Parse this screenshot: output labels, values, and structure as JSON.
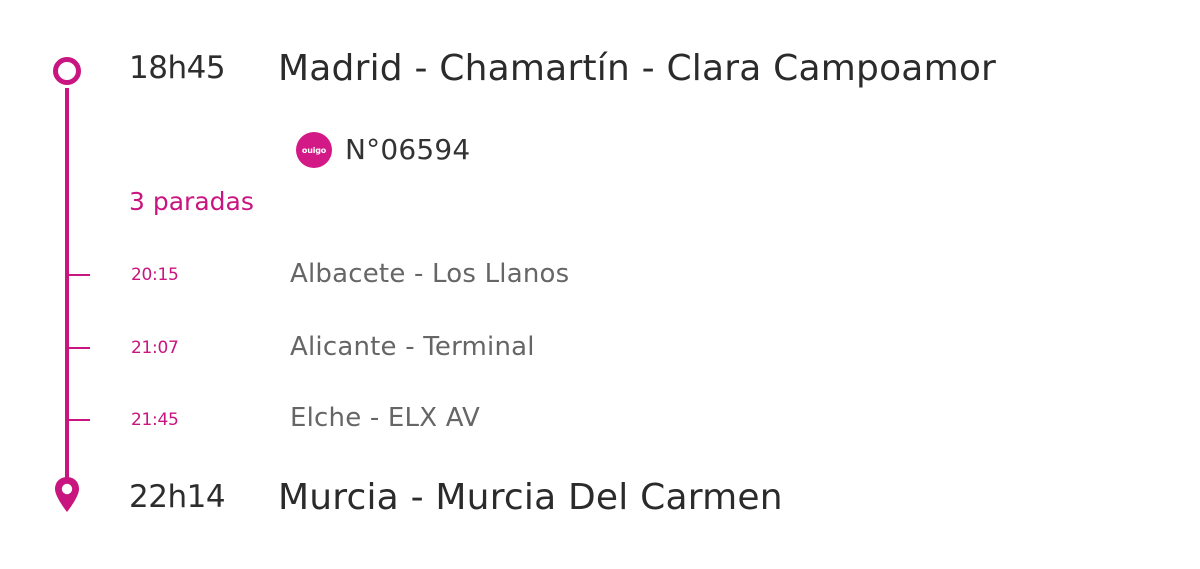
{
  "origin": {
    "time": "18h45",
    "station": "Madrid - Chamartín - Clara Campoamor"
  },
  "train": {
    "brand": "ouigo",
    "number": "N°06594"
  },
  "stops_summary": "3 paradas",
  "stops": [
    {
      "time": "20:15",
      "station": "Albacete - Los Llanos"
    },
    {
      "time": "21:07",
      "station": "Alicante - Terminal"
    },
    {
      "time": "21:45",
      "station": "Elche - ELX AV"
    }
  ],
  "destination": {
    "time": "22h14",
    "station": "Murcia - Murcia Del Carmen"
  },
  "colors": {
    "accent": "#c8157f",
    "brand": "#d31986",
    "primary_text": "#2b2b2b",
    "secondary_text": "#666666"
  },
  "icons": {
    "origin": "circle-icon",
    "destination": "location-pin-icon",
    "brand": "ouigo-logo-icon"
  }
}
